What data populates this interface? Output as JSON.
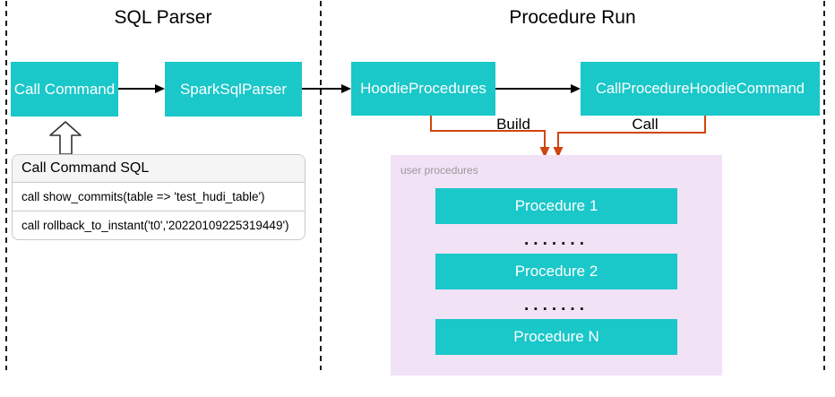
{
  "sections": {
    "sql_parser_title": "SQL Parser",
    "procedure_run_title": "Procedure Run"
  },
  "nodes": {
    "call_command": "Call Command",
    "spark_sql_parser": "SparkSqlParser",
    "hoodie_procedures": "HoodieProcedures",
    "call_procedure_hoodie_command": "CallProcedureHoodieCommand"
  },
  "edges": {
    "build_label": "Build",
    "call_label": "Call"
  },
  "sql_box": {
    "header": "Call Command SQL",
    "rows": [
      "call show_commits(table => 'test_hudi_table')",
      "call rollback_to_instant('t0','20220109225319449')"
    ]
  },
  "user_procedures": {
    "label": "user procedures",
    "items": [
      "Procedure 1",
      "Procedure 2",
      "Procedure N"
    ],
    "ellipsis": "......."
  },
  "colors": {
    "teal": "#1AC7C9",
    "orange": "#D0450F",
    "purple_bg": "#F2E2F6",
    "gray_label": "#999999"
  }
}
